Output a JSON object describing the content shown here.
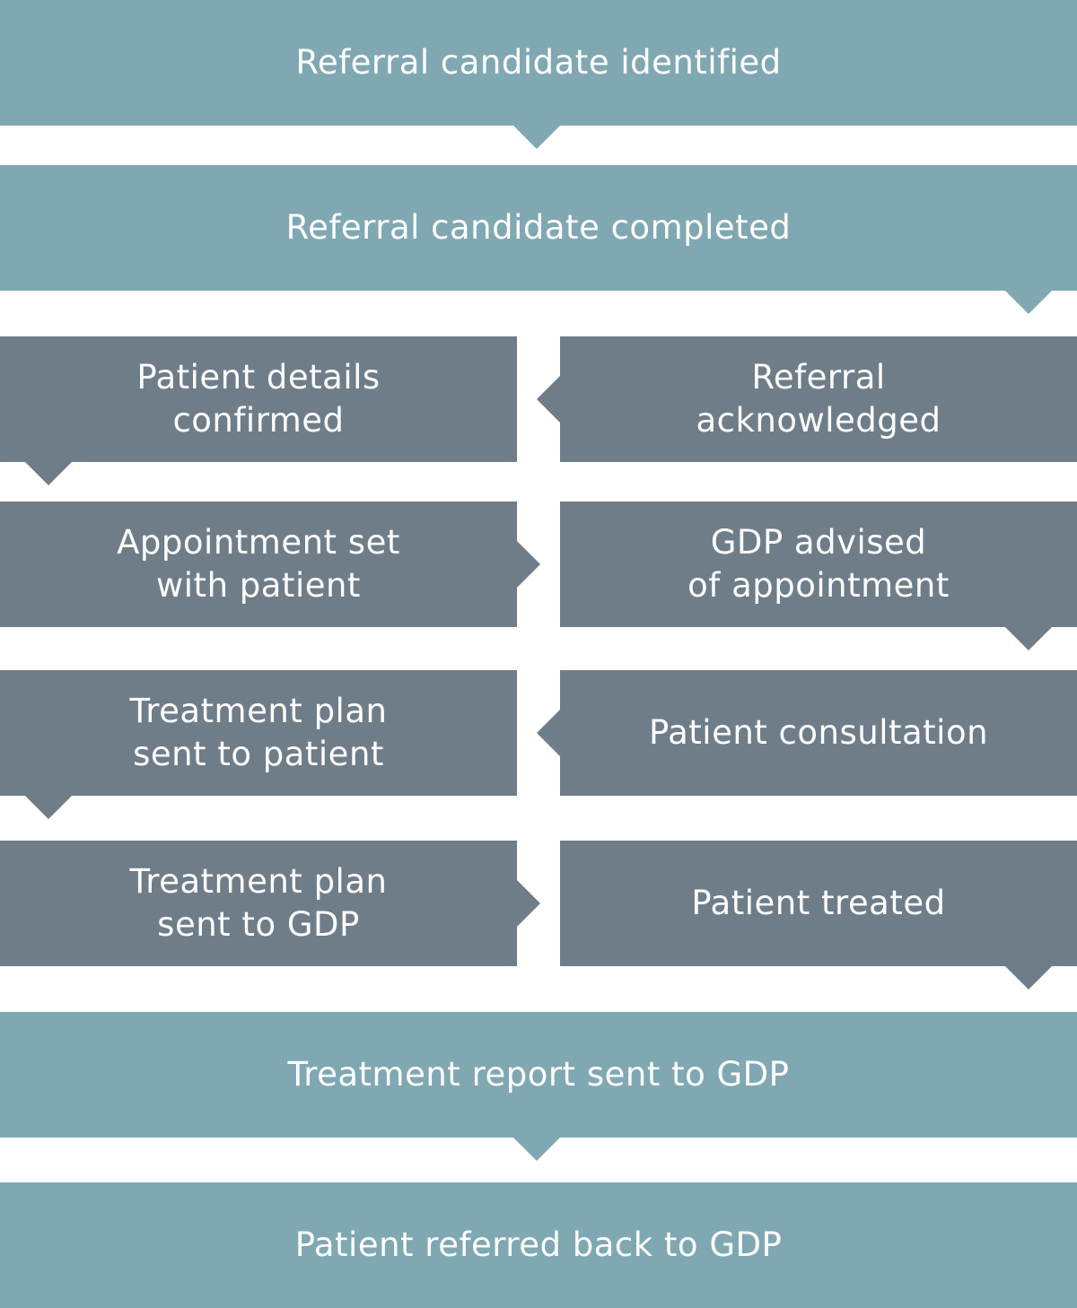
{
  "colors": {
    "primary_step": "#80a8b2",
    "secondary_step": "#6f7d89",
    "text": "#ffffff",
    "background": "#ffffff"
  },
  "steps": {
    "candidate_identified": "Referral candidate identified",
    "candidate_completed": "Referral candidate completed",
    "details_confirmed": [
      "Patient details",
      "confirmed"
    ],
    "referral_acknowledged": [
      "Referral",
      "acknowledged"
    ],
    "appointment_set": [
      "Appointment set",
      "with patient"
    ],
    "gdp_advised": [
      "GDP advised",
      "of appointment"
    ],
    "plan_to_patient": [
      "Treatment plan",
      "sent to patient"
    ],
    "consultation": "Patient consultation",
    "plan_to_gdp": [
      "Treatment plan",
      "sent to GDP"
    ],
    "treated": "Patient treated",
    "report_sent": "Treatment report sent to GDP",
    "referred_back": "Patient referred back to GDP"
  }
}
